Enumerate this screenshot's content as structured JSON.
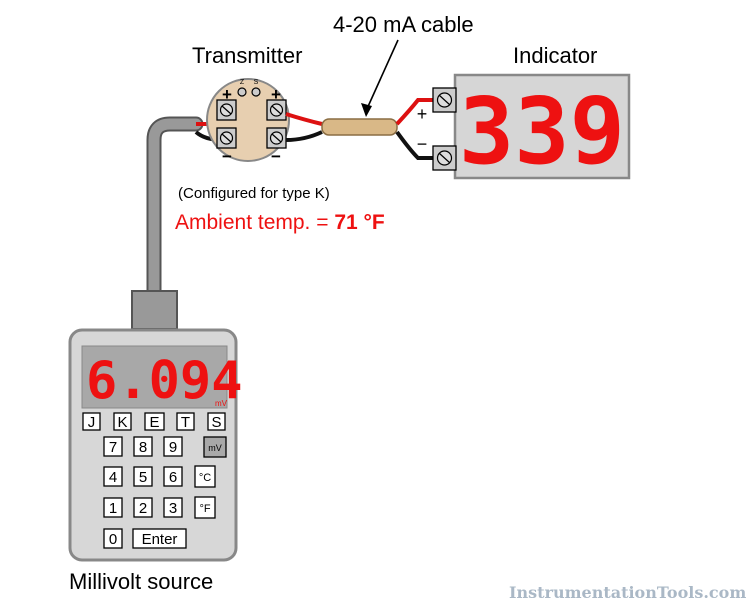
{
  "labels": {
    "cable": "4-20 mA cable",
    "transmitter": "Transmitter",
    "indicator": "Indicator",
    "configured": "(Configured for type K)",
    "ambient_prefix": "Ambient temp. = ",
    "ambient_value": "71 °F",
    "source": "Millivolt source",
    "watermark": "InstrumentationTools.com"
  },
  "transmitter": {
    "plus": "+",
    "minus": "−",
    "z": "Z",
    "s": "S"
  },
  "indicator": {
    "display": "339",
    "plus": "+",
    "minus": "−"
  },
  "millivolt_source": {
    "display": "6.094",
    "unit": "mV",
    "type_keys": [
      "J",
      "K",
      "E",
      "T",
      "S"
    ],
    "row1": [
      "7",
      "8",
      "9"
    ],
    "row2": [
      "4",
      "5",
      "6"
    ],
    "row3": [
      "1",
      "2",
      "3"
    ],
    "key_mv": "mV",
    "key_c": "°C",
    "key_f": "°F",
    "key_0": "0",
    "key_enter": "Enter"
  },
  "colors": {
    "display_red": "#ee1111",
    "wire_red": "#dd1111",
    "transmitter_body": "#e7cfb0",
    "cable_tan": "#d9b887",
    "panel_gray": "#d6d6d6",
    "display_bg": "#a8a8a8"
  }
}
